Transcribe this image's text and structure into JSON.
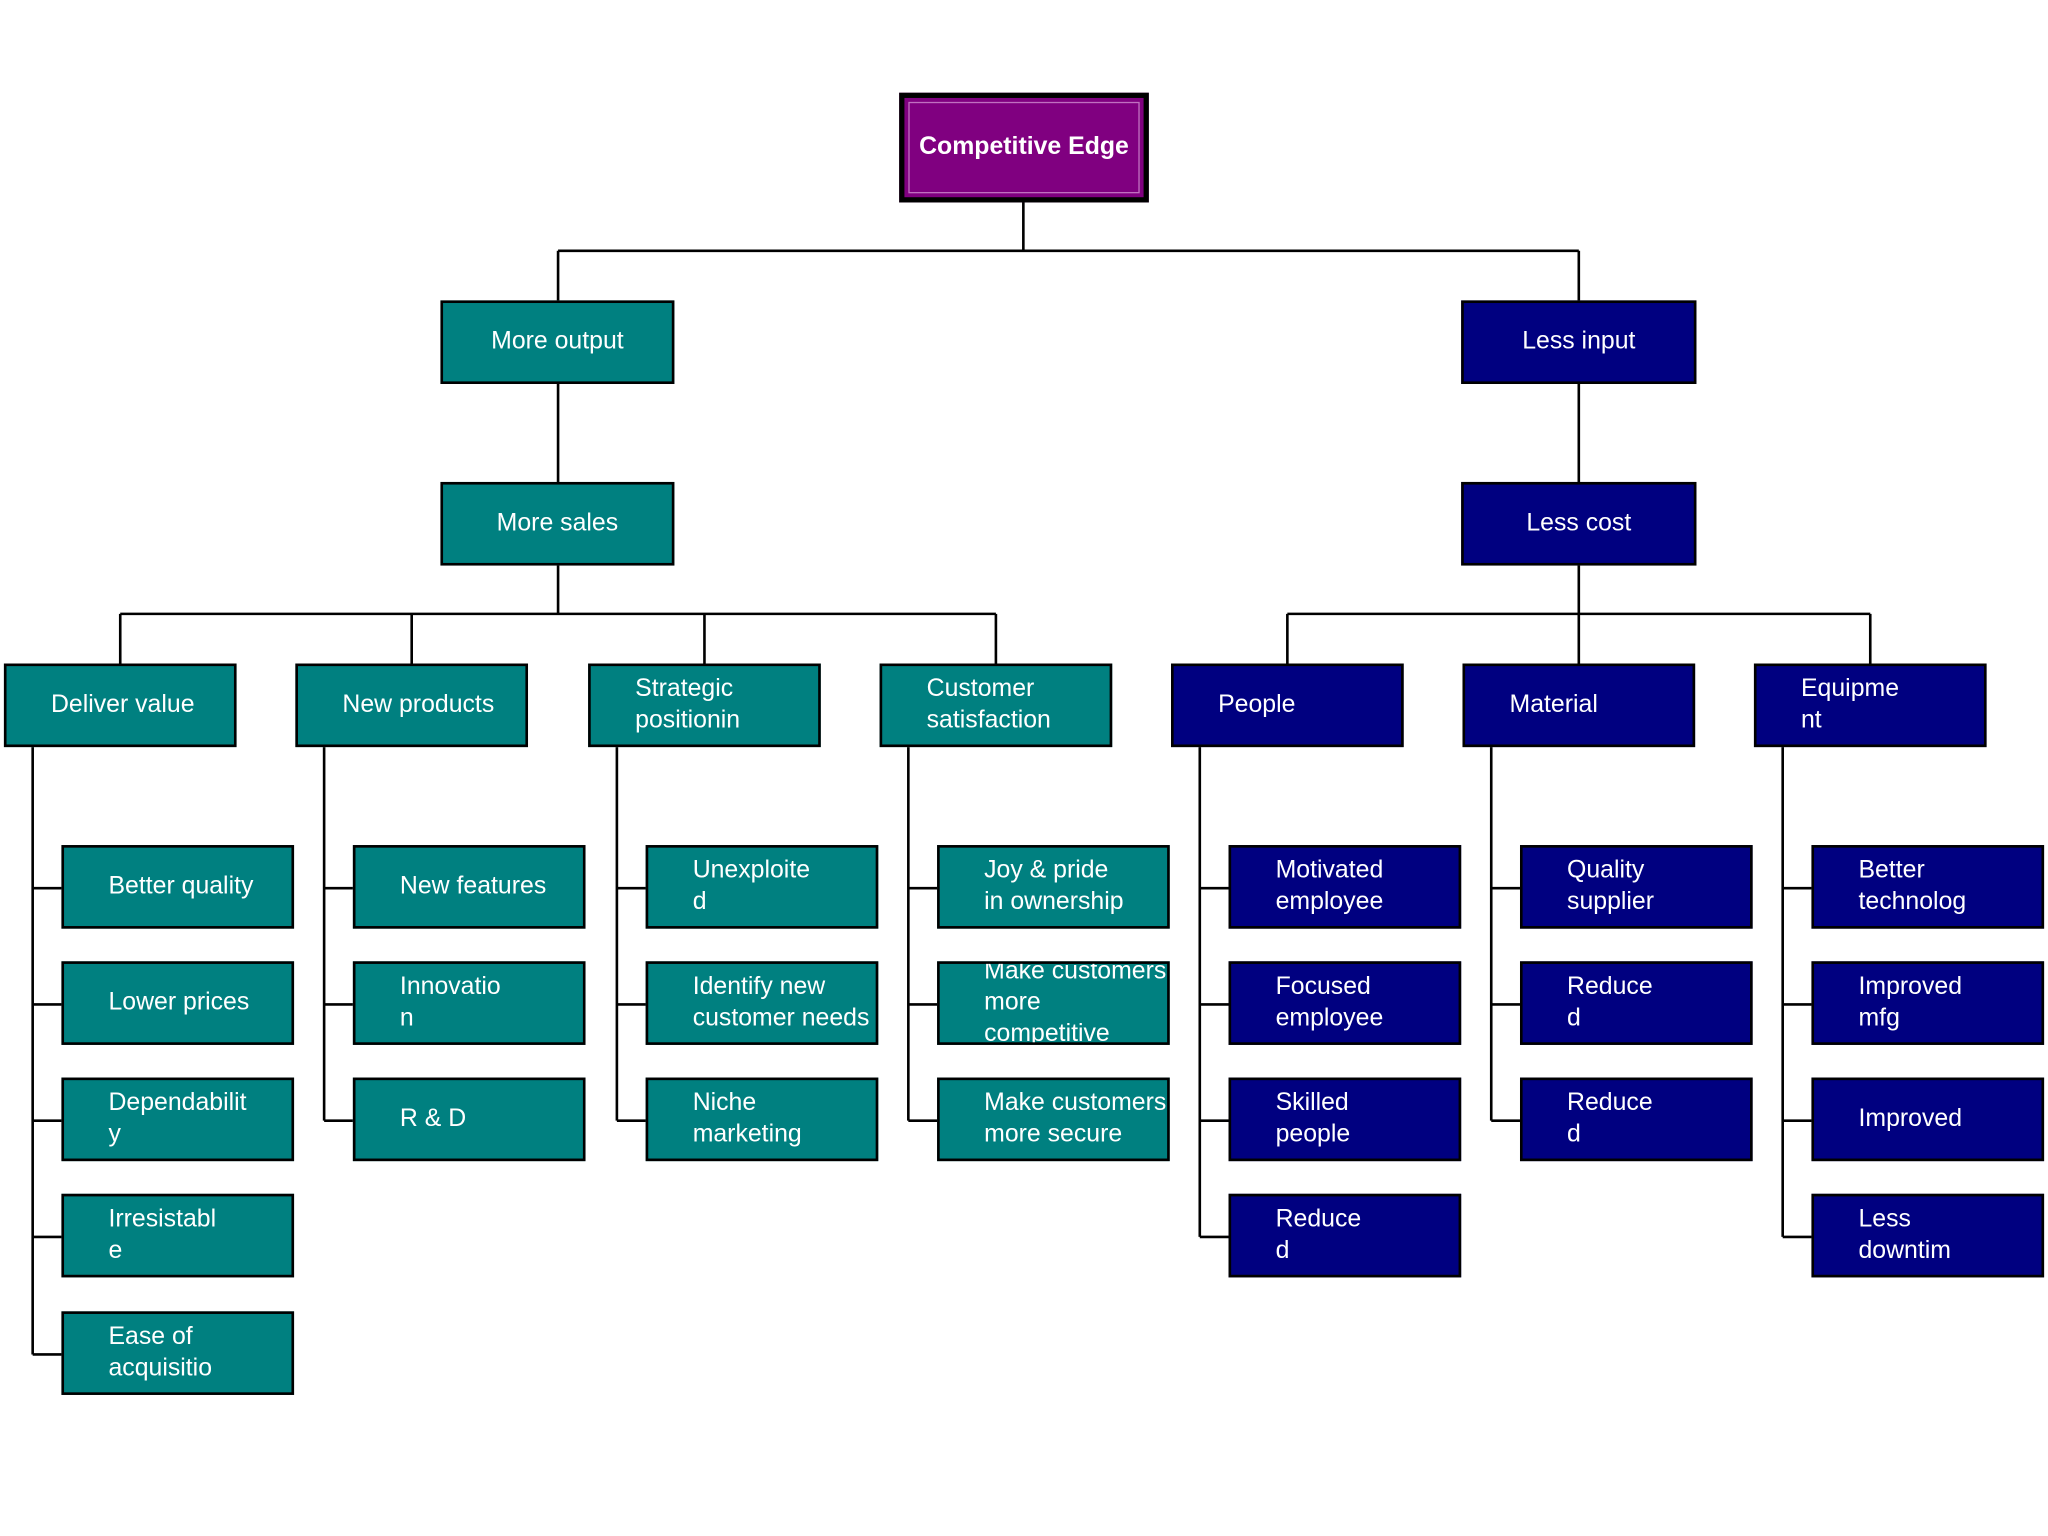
{
  "colors": {
    "root_fill": "#800080",
    "output_branch_fill": "#008080",
    "input_branch_fill": "#000080",
    "text": "#ffffff",
    "connector": "#000000"
  },
  "root": "Competitive Edge",
  "output_branch": {
    "label": "More output",
    "child": "More sales",
    "groups": [
      {
        "label": "Deliver value",
        "items": [
          "Better quality",
          "Lower prices",
          "Dependabilit\ny",
          "Irresistabl\ne",
          "Ease of\nacquisitio"
        ]
      },
      {
        "label": "New products",
        "items": [
          "New features",
          "Innovatio\nn",
          "R & D"
        ]
      },
      {
        "label": "Strategic\npositionin",
        "items": [
          "Unexploite\nd",
          "Identify new\ncustomer needs",
          "Niche\nmarketing"
        ]
      },
      {
        "label": "Customer\nsatisfaction",
        "items": [
          "Joy & pride\nin ownership",
          "Make customers\nmore competitive",
          "Make customers\nmore secure"
        ]
      }
    ]
  },
  "input_branch": {
    "label": "Less input",
    "child": "Less cost",
    "groups": [
      {
        "label": "People",
        "items": [
          "Motivated\nemployee",
          "Focused\nemployee",
          "Skilled\npeople",
          "Reduce\nd"
        ]
      },
      {
        "label": "Material",
        "items": [
          "Quality\nsupplier",
          "Reduce\nd",
          "Reduce\nd"
        ]
      },
      {
        "label": "Equipme\nnt",
        "items": [
          "Better\ntechnolog",
          "Improved\nmfg",
          "Improved",
          "Less\ndowntim"
        ]
      }
    ]
  }
}
